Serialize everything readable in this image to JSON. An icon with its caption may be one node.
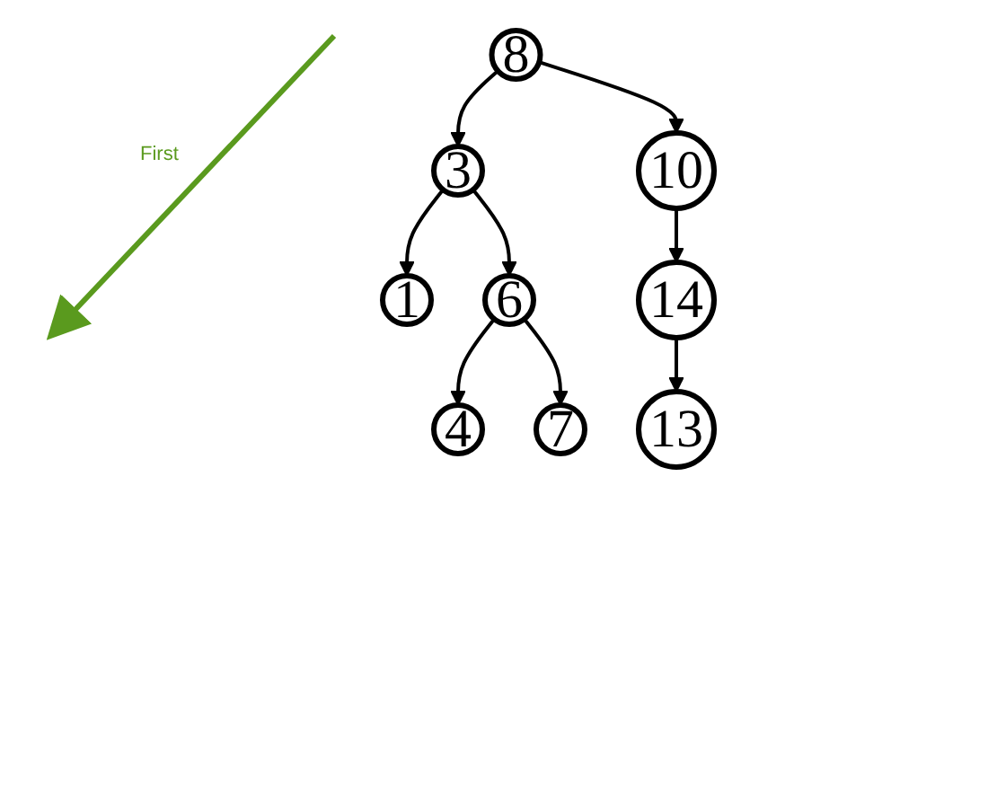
{
  "diagram": {
    "nodes": [
      {
        "text": [
          "8"
        ]
      },
      {
        "text": [
          "3"
        ]
      },
      {
        "text": [
          "10"
        ]
      },
      {
        "text": [
          "1"
        ]
      },
      {
        "text": [
          "6"
        ]
      },
      {
        "text": [
          "14"
        ]
      },
      {
        "text": [
          "4"
        ]
      },
      {
        "text": [
          "7"
        ]
      },
      {
        "text": [
          "13"
        ]
      }
    ],
    "edges": [
      {
        "from": 0,
        "to": 1,
        "arrow": "to"
      },
      {
        "from": 0,
        "to": 2,
        "arrow": "to"
      },
      {
        "from": 1,
        "to": 3,
        "arrow": "to"
      },
      {
        "from": 1,
        "to": 4,
        "arrow": "to"
      },
      {
        "from": 2,
        "to": 5,
        "arrow": "to"
      },
      {
        "from": 4,
        "to": 6,
        "arrow": "to"
      },
      {
        "from": 4,
        "to": 7,
        "arrow": "to"
      },
      {
        "from": 5,
        "to": 8,
        "arrow": "to"
      }
    ],
    "labels": [
      "First"
    ]
  }
}
